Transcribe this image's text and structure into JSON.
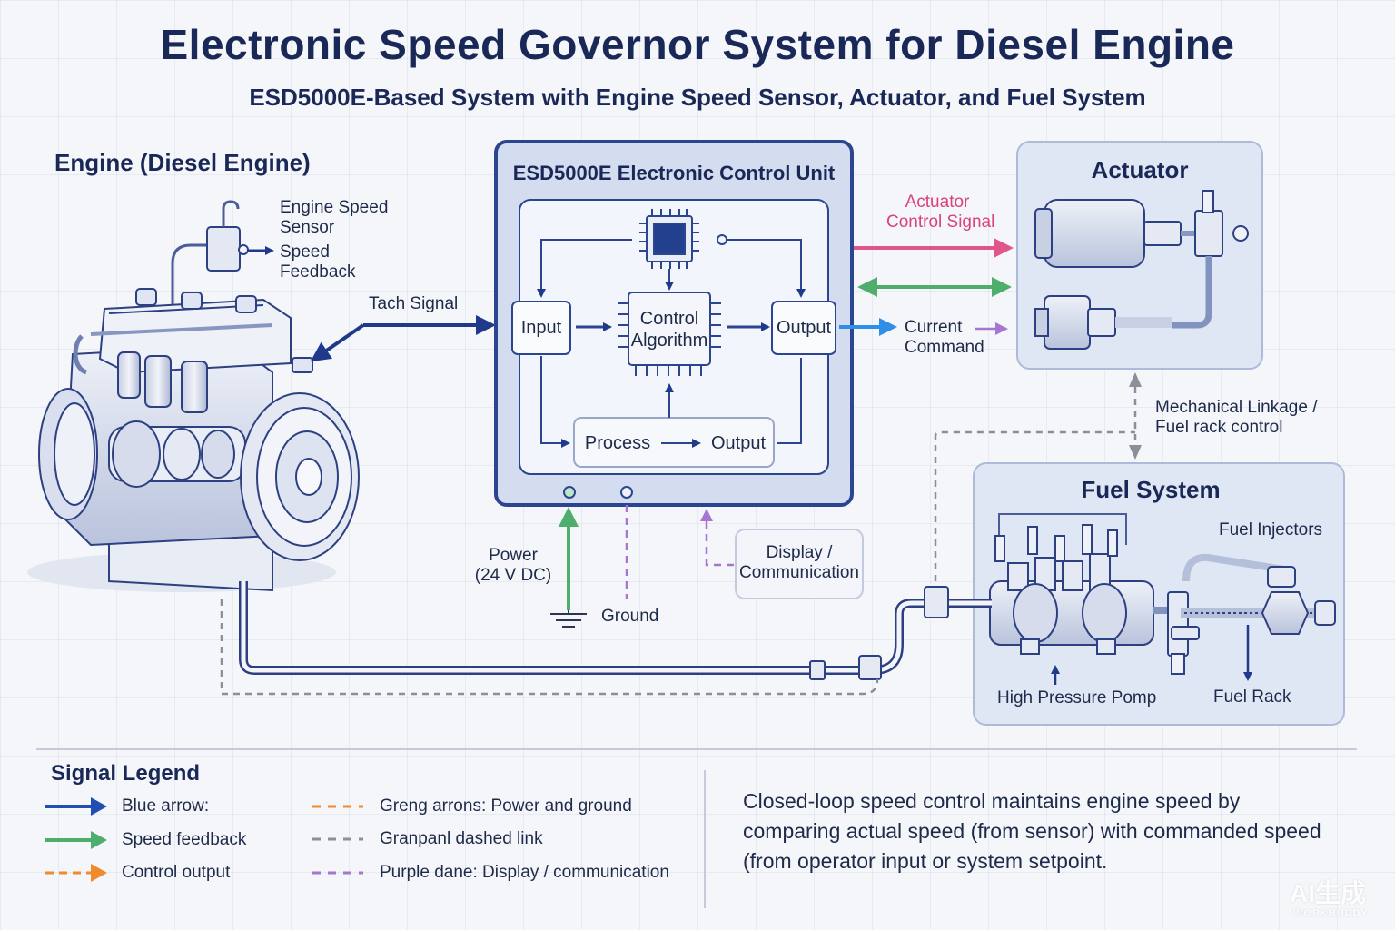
{
  "title": "Electronic Speed Governor System for Diesel Engine",
  "subtitle": "ESD5000E-Based System with Engine Speed Sensor, Actuator, and Fuel System",
  "engine": {
    "heading": "Engine (Diesel Engine)",
    "sensor_label": [
      "Engine Speed",
      "Sensor"
    ],
    "feedback_label": [
      "Speed",
      "Feedback"
    ],
    "tach_label": "Tach Signal"
  },
  "ecu": {
    "heading": "ESD5000E Electronic Control Unit",
    "input": "Input",
    "algorithm": [
      "Control",
      "Algorithm"
    ],
    "output": "Output",
    "process": "Process",
    "output2": "Output"
  },
  "signals": {
    "actuator_control": [
      "Actuator",
      "Control Signal"
    ],
    "current_command": [
      "Current",
      "Command"
    ],
    "power": [
      "Power",
      "(24 V DC)"
    ],
    "ground": "Ground",
    "display": [
      "Display /",
      "Communication"
    ],
    "mechanical": [
      "Mechanical Linkage /",
      "Fuel rack control"
    ]
  },
  "actuator": {
    "heading": "Actuator"
  },
  "fuel": {
    "heading": "Fuel System",
    "injectors": "Fuel Injectors",
    "pump": "High Pressure Pomp",
    "rack": "Fuel Rack"
  },
  "legend": {
    "title": "Signal Legend",
    "left": [
      {
        "text": "Blue arrow:",
        "color": "#1f4fb5",
        "style": "solid"
      },
      {
        "text": "Speed feedback",
        "color": "#4fae6e",
        "style": "solid"
      },
      {
        "text": "Control output",
        "color": "#f08a2c",
        "style": "dashed"
      }
    ],
    "right": [
      {
        "text": "Greng arrons: Power and ground",
        "color": "#f08a2c",
        "style": "dashed"
      },
      {
        "text": "Granpanl dashed link",
        "color": "#8a8f9a",
        "style": "dashed"
      },
      {
        "text": "Purple dane: Display / communication",
        "color": "#a676d0",
        "style": "dashed"
      }
    ]
  },
  "note": "Closed-loop speed control maintains engine speed by comparing actual speed (from sensor) with commanded speed (from operator input or system setpoint.",
  "watermark": {
    "main": "AI生成",
    "sub": "WORKBUDDY"
  },
  "colors": {
    "navy": "#1f3a8a",
    "blue": "#2f8fe8",
    "green": "#4fae6e",
    "pink": "#e0568a",
    "purple": "#a676d0",
    "gray": "#8a8f9a",
    "panel": "#dfe6f4"
  }
}
